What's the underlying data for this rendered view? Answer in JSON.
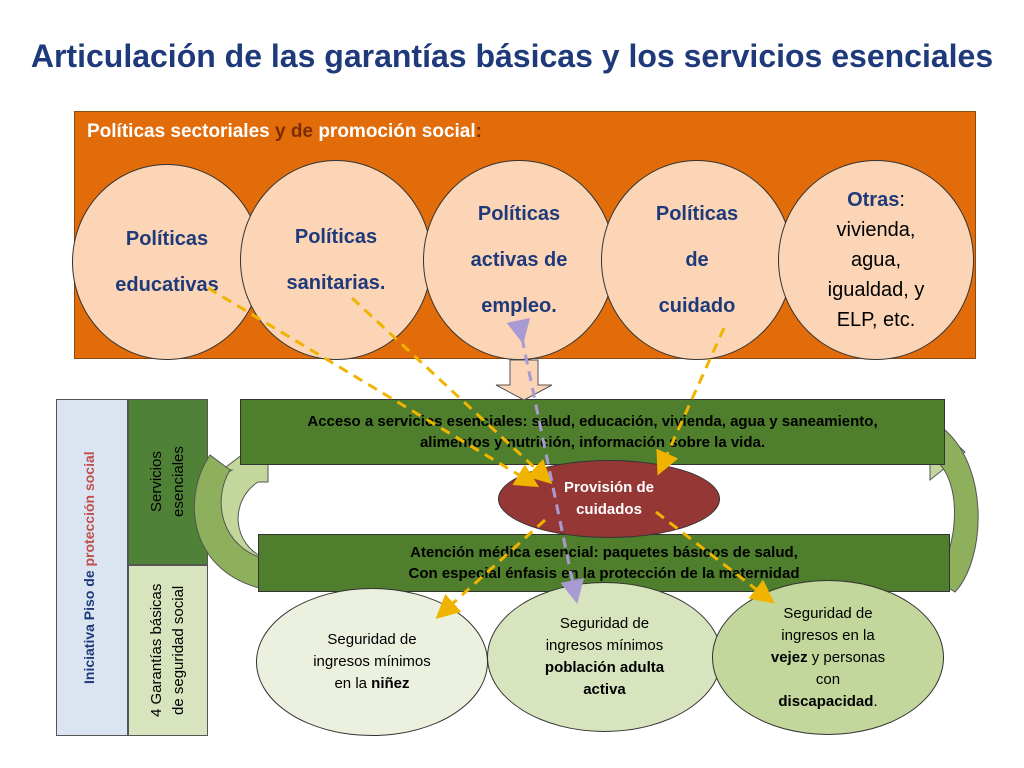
{
  "title": "Articulación de las garantías básicas y los servicios esenciales",
  "policies": {
    "heading_part1": "Políticas sectoriales ",
    "heading_y": "y",
    "heading_sp1": " ",
    "heading_de": "de",
    "heading_part2": " promoción social",
    "heading_colon": ":",
    "educativas": [
      "Políticas",
      "educativas"
    ],
    "sanitarias": [
      "Políticas",
      "sanitarias."
    ],
    "empleo": [
      "Políticas",
      "activas de",
      "empleo."
    ],
    "cuidado": [
      "Políticas",
      "de",
      "cuidado"
    ],
    "otras_head": "Otras",
    "otras_colon": ":",
    "otras_lines": [
      "vivienda,",
      "agua,",
      "igualdad, y",
      "ELP, etc."
    ]
  },
  "left_label": {
    "part1": "Iniciativa Piso de",
    "part2": " protección social"
  },
  "servicios_label": [
    "Servicios",
    "esenciales"
  ],
  "garantias_label": [
    "4 Garantías básicas",
    "de seguridad social"
  ],
  "band1_lines": [
    "Acceso a servicios esenciales: salud, educación, vivienda, agua y saneamiento,",
    "alimentos y nutrición, información sobre la vida."
  ],
  "provision_lines": [
    "Provisión de",
    "cuidados"
  ],
  "band2_lines": [
    "Atención médica esencial: paquetes básicos de salud,",
    "Con especial énfasis en la protección de la maternidad"
  ],
  "ninez": {
    "line1": "Seguridad de",
    "line2": "ingresos mínimos",
    "line3_pre": "en la ",
    "line3_b": "niñez"
  },
  "adulta": {
    "line1": "Seguridad de",
    "line2": "ingresos mínimos",
    "line3": "población adulta",
    "line4": "activa"
  },
  "vejez": {
    "line1": "Seguridad de",
    "line2": "ingresos en la",
    "line3_b": "vejez",
    "line3_post": " y personas",
    "line4": "con",
    "line5_b": "discapacidad",
    "line5_post": "."
  },
  "colors": {
    "title": "#1f3a7a",
    "orange_panel": "#e36c0a",
    "circle_fill": "#fbd5b5",
    "green_band": "#4f7f2c",
    "provision": "#953735",
    "arrow_dash": "#f0b400",
    "arrow_purple": "#a99bd1"
  }
}
